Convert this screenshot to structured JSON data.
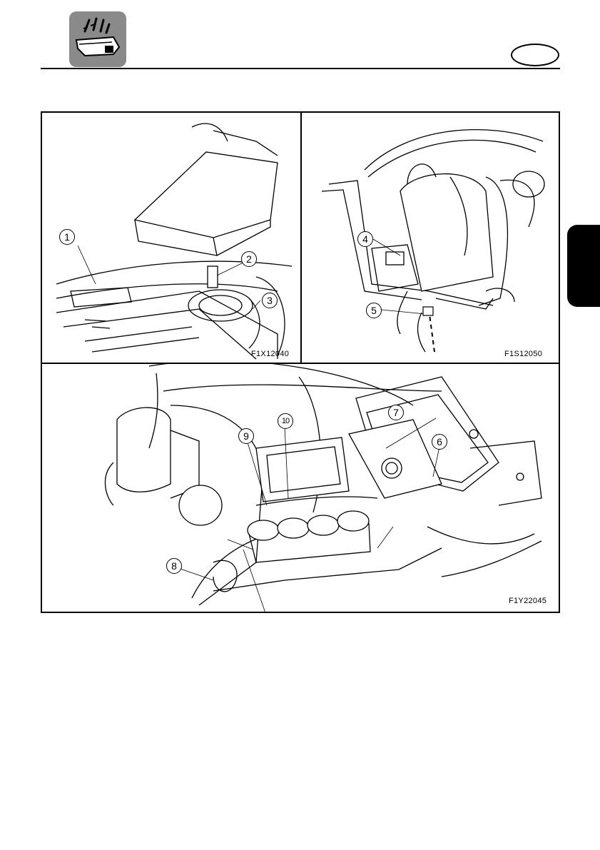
{
  "header": {
    "icon": "watercraft-maintenance-icon",
    "language_tab": "",
    "section_tab": ""
  },
  "figure": {
    "panels": [
      {
        "code": "F1X12040",
        "callouts": [
          "1",
          "2",
          "3"
        ]
      },
      {
        "code": "F1S12050",
        "callouts": [
          "4",
          "5"
        ]
      },
      {
        "code": "F1Y22045",
        "callouts": [
          "6",
          "7",
          "8",
          "9",
          "10"
        ]
      }
    ]
  },
  "colors": {
    "ink": "#000000",
    "icon_bg": "#8a8a8a",
    "paper": "#ffffff"
  }
}
